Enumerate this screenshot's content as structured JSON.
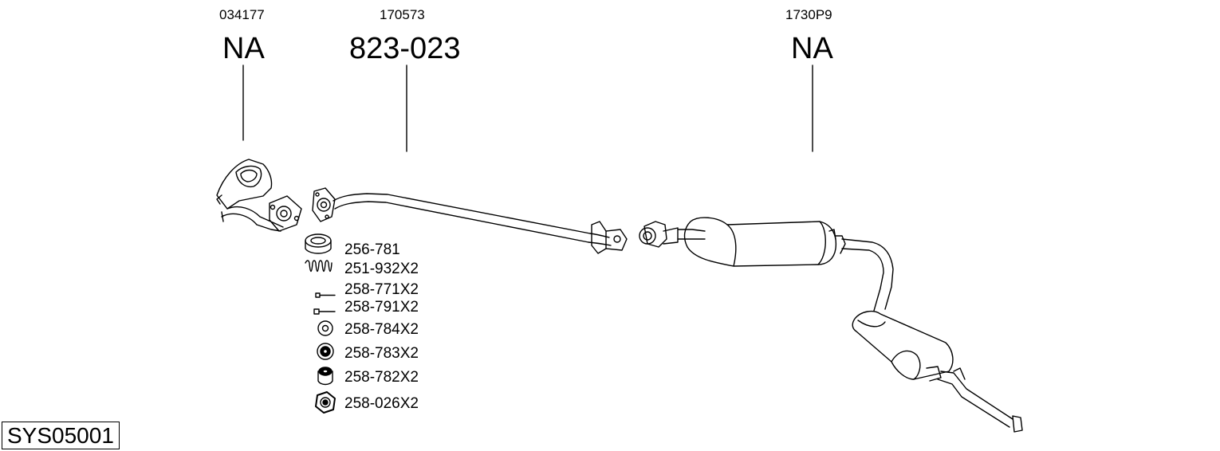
{
  "groups": [
    {
      "ref": "034177",
      "code": "NA"
    },
    {
      "ref": "170573",
      "code": "823-023"
    },
    {
      "ref": "1730P9",
      "code": "NA"
    }
  ],
  "parts": [
    {
      "label": "256-781",
      "icon": "gasket-ring-icon"
    },
    {
      "label": "251-932X2",
      "icon": "spring-icon"
    },
    {
      "label": "258-771X2",
      "icon": "bolt-icon"
    },
    {
      "label": "258-791X2",
      "icon": "bolt-icon"
    },
    {
      "label": "258-784X2",
      "icon": "washer-icon"
    },
    {
      "label": "258-783X2",
      "icon": "rubber-mount-icon"
    },
    {
      "label": "258-782X2",
      "icon": "bushing-icon"
    },
    {
      "label": "258-026X2",
      "icon": "hex-nut-icon"
    }
  ],
  "system_id": "SYS05001"
}
